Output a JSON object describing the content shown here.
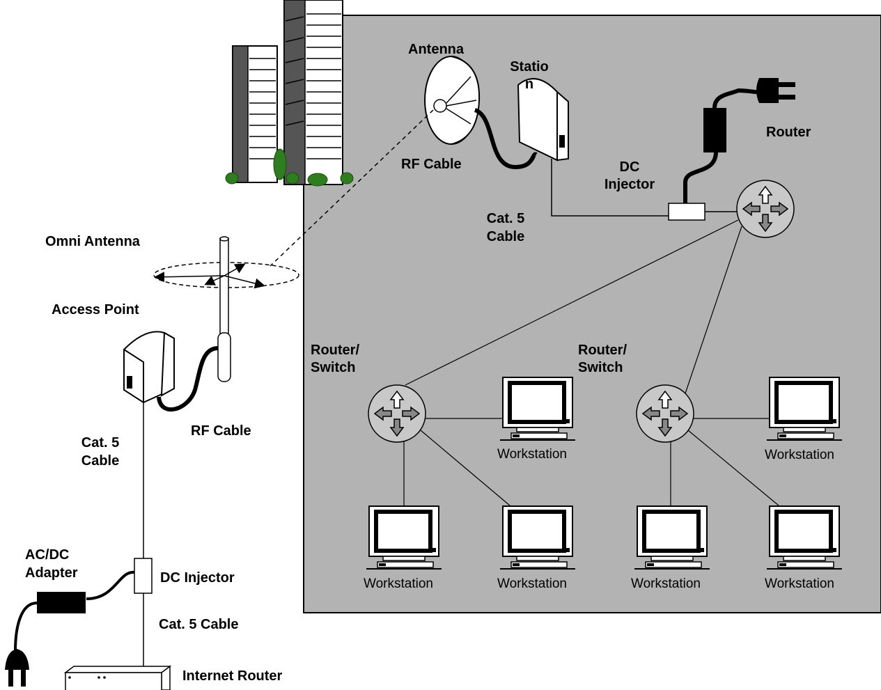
{
  "labels": {
    "antenna": "Antenna",
    "station_line1": "Statio",
    "station_line2": "n",
    "router_top": "Router",
    "rf_cable_top": "RF Cable",
    "dc_injector_top_line1": "DC",
    "dc_injector_top_line2": "Injector",
    "cat5_top_line1": "Cat. 5",
    "cat5_top_line2": "Cable",
    "omni_antenna": "Omni Antenna",
    "access_point": "Access Point",
    "router_switch_left_line1": "Router/",
    "router_switch_left_line2": "Switch",
    "router_switch_right_line1": "Router/",
    "router_switch_right_line2": "Switch",
    "rf_cable_left": "RF Cable",
    "cat5_left_line1": "Cat. 5",
    "cat5_left_line2": "Cable",
    "acdc_line1": "AC/DC",
    "acdc_line2": "Adapter",
    "dc_injector_left": "DC Injector",
    "cat5_bottom": "Cat. 5 Cable",
    "internet_router": "Internet Router"
  },
  "workstations": [
    "Workstation",
    "Workstation",
    "Workstation",
    "Workstation",
    "Workstation",
    "Workstation"
  ],
  "colors": {
    "panel": "#b3b3b3",
    "line": "#000000",
    "tree": "#2e7d1e"
  }
}
